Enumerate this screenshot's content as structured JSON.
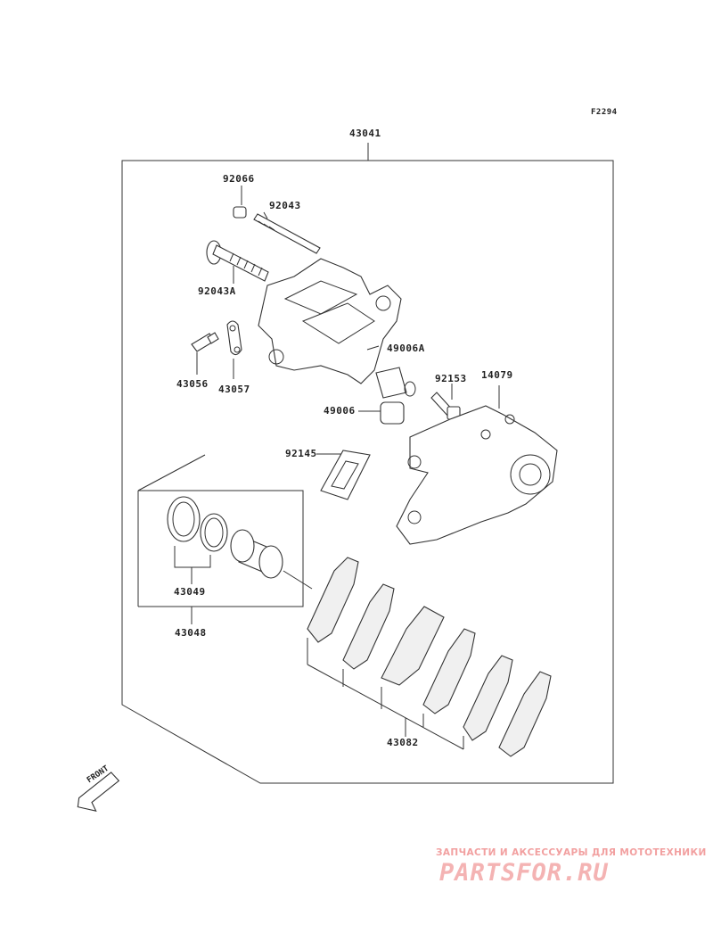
{
  "figure_code": "F2294",
  "assembly_number": "43041",
  "part_labels": {
    "p92066": "92066",
    "p92043": "92043",
    "p92043a": "92043A",
    "p43056": "43056",
    "p43057": "43057",
    "p49006a": "49006A",
    "p92153": "92153",
    "p14079": "14079",
    "p49006": "49006",
    "p92145": "92145",
    "p43049": "43049",
    "p43048": "43048",
    "p43082": "43082"
  },
  "front_marker": "FRONT",
  "watermark": {
    "tagline": "ЗАПЧАСТИ И АКСЕССУАРЫ ДЛЯ МОТОТЕХНИКИ",
    "logo": "PARTSFOR.RU"
  }
}
